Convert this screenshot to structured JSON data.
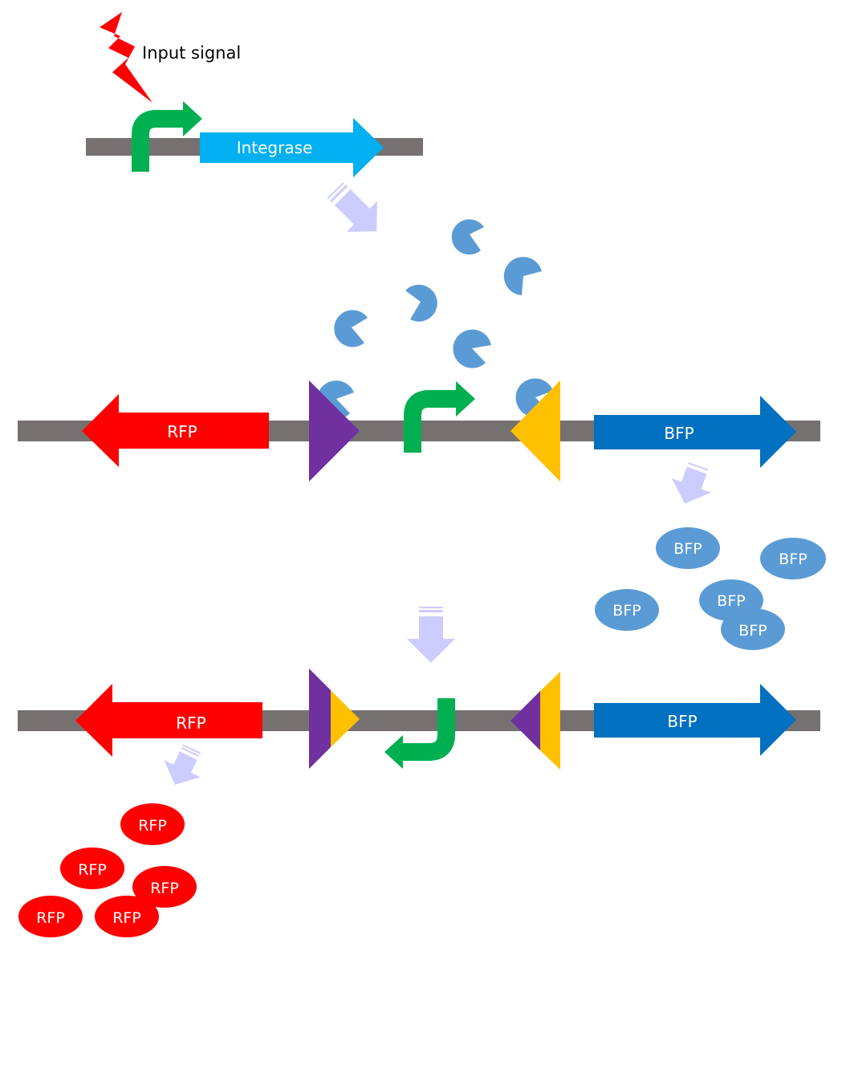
{
  "input_signal": {
    "label": "Input signal"
  },
  "integrase_gene": {
    "label": "Integrase"
  },
  "construct_before": {
    "rfp_label": "RFP",
    "bfp_label": "BFP"
  },
  "construct_after": {
    "rfp_label": "RFP",
    "bfp_label": "BFP"
  },
  "bfp_proteins": [
    "BFP",
    "BFP",
    "BFP",
    "BFP",
    "BFP"
  ],
  "rfp_proteins": [
    "RFP",
    "RFP",
    "RFP",
    "RFP",
    "RFP"
  ],
  "colors": {
    "dna": "#767171",
    "signal": "#ff0000",
    "promoter": "#00b050",
    "integrase": "#00b0f0",
    "integrase_protein": "#5b9bd5",
    "rfp": "#ff0000",
    "bfp": "#0070c0",
    "attB": "#7030a0",
    "attP": "#ffc000",
    "process_arrow": "#ccccff"
  }
}
